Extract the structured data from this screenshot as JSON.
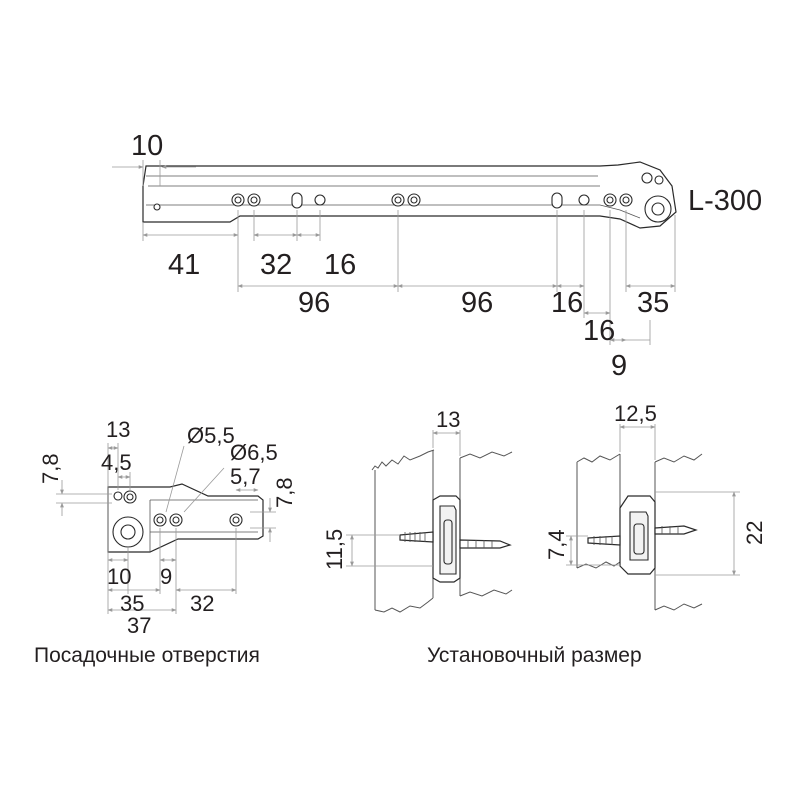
{
  "rail": {
    "length_label": "L-300",
    "dims": {
      "d10": "10",
      "d41": "41",
      "d32": "32",
      "d16a": "16",
      "d96a": "96",
      "d96b": "96",
      "d16b": "16",
      "d35": "35",
      "d16c": "16",
      "d9": "9"
    }
  },
  "mounting_holes": {
    "caption": "Посадочные отверстия",
    "dims": {
      "d13": "13",
      "d4_5": "4,5",
      "d7_8_left": "7,8",
      "dia5_5": "Ø5,5",
      "dia6_5": "Ø6,5",
      "d5_7": "5,7",
      "d7_8_right": "7,8",
      "d10": "10",
      "d9": "9",
      "d35": "35",
      "d32": "32",
      "d37": "37"
    }
  },
  "installation": {
    "caption": "Установочный размер",
    "left_view": {
      "top": "13",
      "side": "11,5"
    },
    "right_view": {
      "top": "12,5",
      "side_left": "7,4",
      "side_right": "22"
    }
  },
  "colors": {
    "line": "#2a2a2a",
    "dimension": "#9a9a9a",
    "text": "#231f20"
  }
}
